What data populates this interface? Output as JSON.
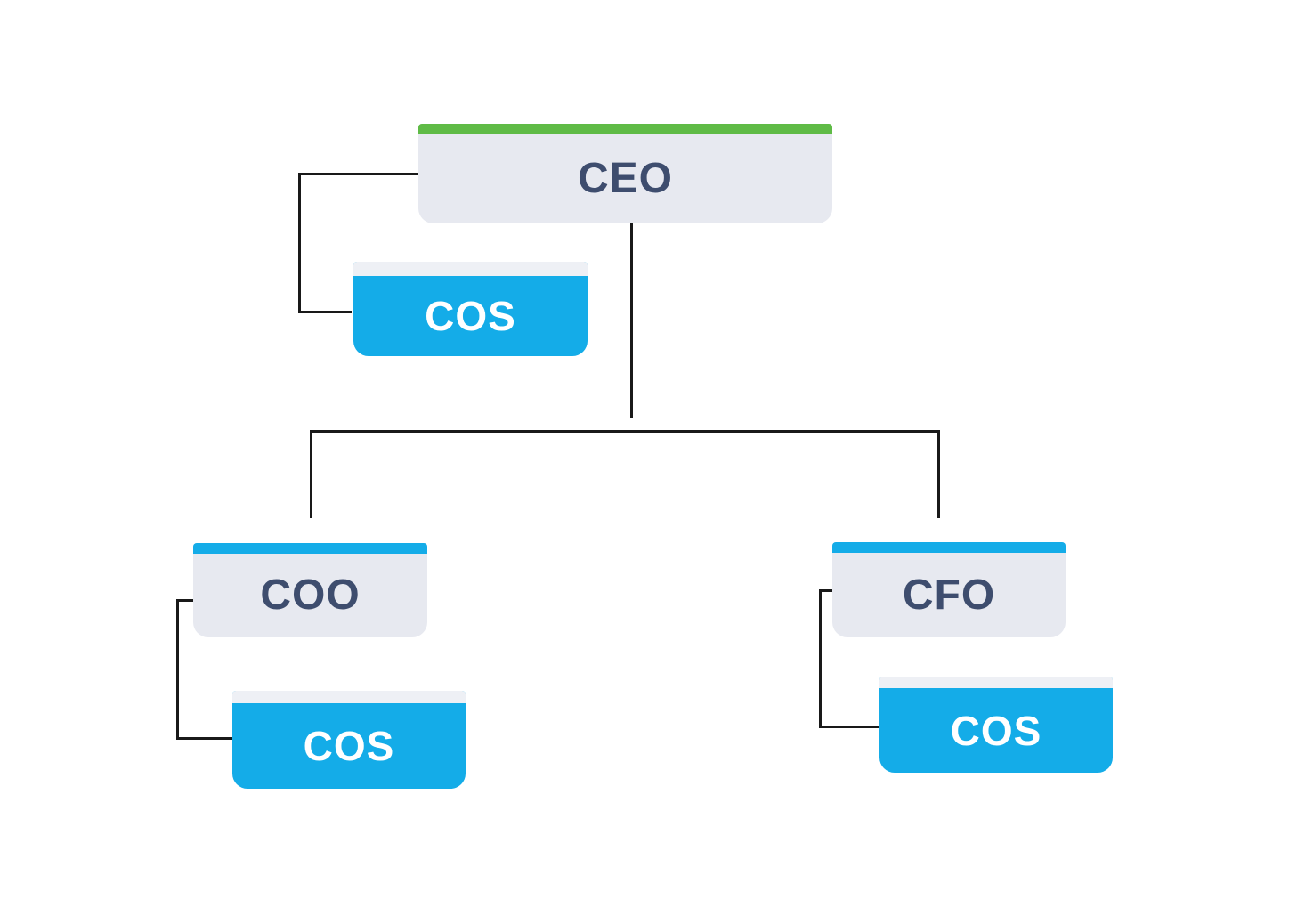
{
  "theme": {
    "canvas-bg": "#ffffff",
    "green": "#5fbb46",
    "blue": "#14ace8",
    "card-gray": "#e7e9f0",
    "strip-light": "#eef0f5",
    "label-navy": "#3e4d6e",
    "label-white": "#ffffff",
    "connector": "#191919"
  },
  "diagram": {
    "type": "org-chart",
    "nodes": [
      {
        "id": "ceo",
        "label": "CEO",
        "fill": "gray",
        "accent": "green",
        "parent": null
      },
      {
        "id": "cos_ceo",
        "label": "COS",
        "fill": "blue",
        "accent": "light",
        "parent": "ceo"
      },
      {
        "id": "coo",
        "label": "COO",
        "fill": "gray",
        "accent": "blue",
        "parent": "ceo"
      },
      {
        "id": "cos_coo",
        "label": "COS",
        "fill": "blue",
        "accent": "light",
        "parent": "coo"
      },
      {
        "id": "cfo",
        "label": "CFO",
        "fill": "gray",
        "accent": "blue",
        "parent": "ceo"
      },
      {
        "id": "cos_cfo",
        "label": "COS",
        "fill": "blue",
        "accent": "light",
        "parent": "cfo"
      }
    ],
    "edges": [
      {
        "from": "ceo",
        "to": "cos_ceo",
        "style": "side-elbow-left"
      },
      {
        "from": "ceo",
        "to": "coo",
        "style": "tree-drop"
      },
      {
        "from": "ceo",
        "to": "cfo",
        "style": "tree-drop"
      },
      {
        "from": "coo",
        "to": "cos_coo",
        "style": "side-elbow-left"
      },
      {
        "from": "cfo",
        "to": "cos_cfo",
        "style": "side-elbow-left"
      }
    ]
  }
}
